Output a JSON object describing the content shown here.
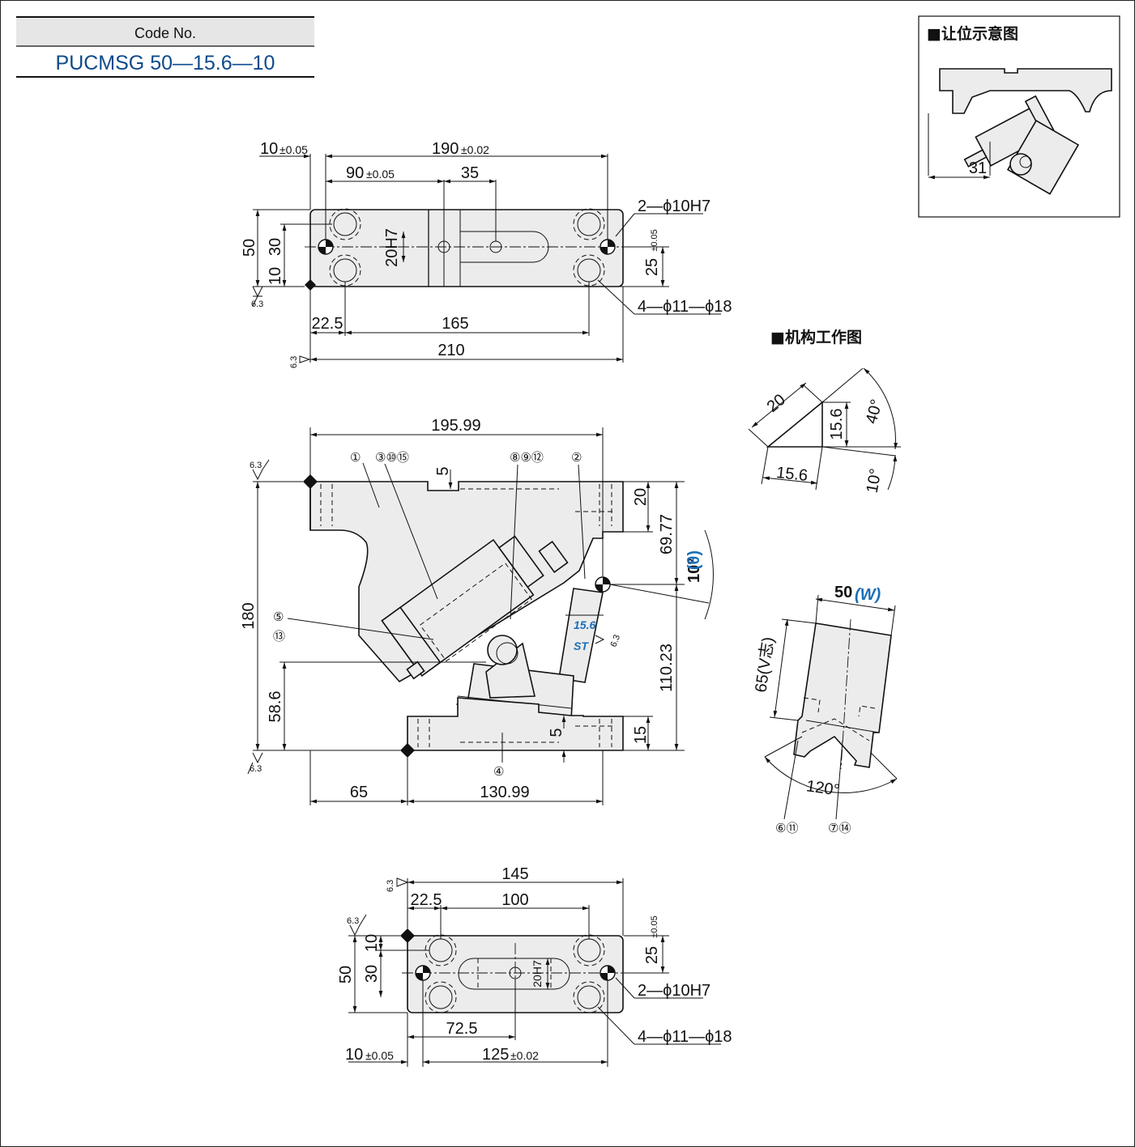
{
  "code_block": {
    "label": "Code No.",
    "value": "PUCMSG 50—15.6—10"
  },
  "views": {
    "top": {
      "dims": {
        "left_offset": "10",
        "left_tol": "±0.05",
        "hole_pitch": "190",
        "hole_pitch_tol": "±0.02",
        "pin_to_slot": "90",
        "pin_to_slot_tol": "±0.05",
        "slot_len": "35",
        "height": "50",
        "half_height": "30",
        "bottom_offset": "10",
        "slot_width": "20H7",
        "right_offset": "25",
        "right_offset_tol": "±0.05",
        "bolt_edge": "22.5",
        "bolt_pitch": "165",
        "overall_len": "210"
      },
      "callouts": {
        "pin_holes": "2—ϕ10H7",
        "bolt_holes": "4—ϕ11—ϕ18"
      },
      "roughness": [
        "6.3",
        "6.3"
      ]
    },
    "side": {
      "dims": {
        "overall_width": "195.99",
        "notch_depth": "5",
        "top_flange": "20",
        "upper_height": "69.77",
        "angle": "10°",
        "angle_symbol": "(θ)",
        "overall_height": "180",
        "lower_height": "110.23",
        "stroke": "15.6",
        "stroke_label": "ST",
        "lower_offset": "58.6",
        "bottom_notch": "5",
        "bottom_flange": "15",
        "left_offset": "65",
        "lower_len": "130.99"
      },
      "balloons": {
        "b1": "①",
        "b3": "③⑩⑮",
        "b8": "⑧⑨⑫",
        "b2": "②",
        "b5": "⑤",
        "b13": "⑬",
        "b4": "④"
      },
      "roughness": [
        "6.3",
        "6.3",
        "6.3"
      ]
    },
    "bottom": {
      "dims": {
        "overall_len": "145",
        "bolt_edge": "22.5",
        "bolt_pitch": "100",
        "top_offset": "10",
        "height": "50",
        "half_height": "30",
        "slot_width": "20H7",
        "right_offset": "25",
        "right_offset_tol": "±0.05",
        "slot_pos": "72.5",
        "left_offset": "10",
        "left_tol": "±0.05",
        "pin_pitch": "125",
        "pin_pitch_tol": "±0.02"
      },
      "callouts": {
        "pin_holes": "2—ϕ10H7",
        "bolt_holes": "4—ϕ11—ϕ18"
      },
      "roughness": [
        "6.3",
        "6.3"
      ]
    },
    "clearance": {
      "title": "■让位示意图",
      "dim": "31"
    },
    "mechanism": {
      "title": "■机构工作图",
      "hyp": "20",
      "vert": "15.6",
      "horiz": "15.6",
      "angle_big": "40°",
      "angle_small": "10°"
    },
    "end_view": {
      "width": "50",
      "width_symbol": "(W)",
      "height_label": "65(V志)",
      "angle": "120°",
      "balloon_a": "⑥⑪",
      "balloon_b": "⑦⑭"
    }
  }
}
